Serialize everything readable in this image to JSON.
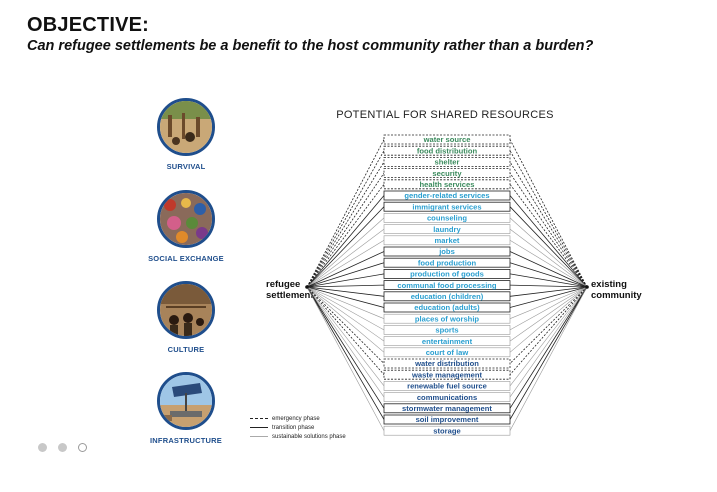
{
  "header": {
    "title": "OBJECTIVE:",
    "subtitle": "Can refugee settlements be a benefit to the host community rather than a burden?"
  },
  "categories": [
    {
      "label": "SURVIVAL",
      "icon": "survival-photo-icon"
    },
    {
      "label": "SOCIAL EXCHANGE",
      "icon": "social-exchange-photo-icon"
    },
    {
      "label": "CULTURE",
      "icon": "culture-photo-icon"
    },
    {
      "label": "INFRASTRUCTURE",
      "icon": "infrastructure-photo-icon"
    }
  ],
  "diagram": {
    "title": "POTENTIAL FOR SHARED RESOURCES",
    "left_node": "refugee\nsettlement",
    "right_node": "existing\ncommunity",
    "resources": [
      {
        "label": "water source",
        "phase": "emergency",
        "color": "#3a8a5c"
      },
      {
        "label": "food distribution",
        "phase": "emergency",
        "color": "#3a8a5c"
      },
      {
        "label": "shelter",
        "phase": "emergency",
        "color": "#3a8a5c"
      },
      {
        "label": "security",
        "phase": "emergency",
        "color": "#3a8a5c"
      },
      {
        "label": "health services",
        "phase": "emergency",
        "color": "#3a8a5c"
      },
      {
        "label": "gender-related services",
        "phase": "transition",
        "color": "#2a9fd0"
      },
      {
        "label": "immigrant services",
        "phase": "transition",
        "color": "#2a9fd0"
      },
      {
        "label": "counseling",
        "phase": "sustainable",
        "color": "#2a9fd0"
      },
      {
        "label": "laundry",
        "phase": "sustainable",
        "color": "#2a9fd0"
      },
      {
        "label": "market",
        "phase": "sustainable",
        "color": "#2a9fd0"
      },
      {
        "label": "jobs",
        "phase": "transition",
        "color": "#2a9fd0"
      },
      {
        "label": "food production",
        "phase": "transition",
        "color": "#2a9fd0"
      },
      {
        "label": "production of goods",
        "phase": "transition",
        "color": "#2a9fd0"
      },
      {
        "label": "communal food processing",
        "phase": "transition",
        "color": "#2a9fd0"
      },
      {
        "label": "education (children)",
        "phase": "transition",
        "color": "#2a9fd0"
      },
      {
        "label": "education (adults)",
        "phase": "transition",
        "color": "#2a9fd0"
      },
      {
        "label": "places of worship",
        "phase": "sustainable",
        "color": "#2a9fd0"
      },
      {
        "label": "sports",
        "phase": "sustainable",
        "color": "#2a9fd0"
      },
      {
        "label": "entertainment",
        "phase": "sustainable",
        "color": "#2a9fd0"
      },
      {
        "label": "court of law",
        "phase": "sustainable",
        "color": "#2a9fd0"
      },
      {
        "label": "water distribution",
        "phase": "emergency",
        "color": "#1f4e8c"
      },
      {
        "label": "waste management",
        "phase": "emergency",
        "color": "#1f4e8c"
      },
      {
        "label": "renewable fuel source",
        "phase": "sustainable",
        "color": "#1f4e8c"
      },
      {
        "label": "communications",
        "phase": "sustainable",
        "color": "#1f4e8c"
      },
      {
        "label": "stormwater management",
        "phase": "transition",
        "color": "#1f4e8c"
      },
      {
        "label": "soil improvement",
        "phase": "transition",
        "color": "#1f4e8c"
      },
      {
        "label": "storage",
        "phase": "sustainable",
        "color": "#1f4e8c"
      }
    ]
  },
  "legend": [
    {
      "label": "emergency phase",
      "style": "dashed"
    },
    {
      "label": "transition phase",
      "style": "solid"
    },
    {
      "label": "sustainable solutions phase",
      "style": "thin"
    }
  ],
  "pager": {
    "dots": [
      "filled",
      "filled",
      "empty"
    ]
  },
  "colors": {
    "brand_blue": "#1f4e8c",
    "accent_green": "#3a8a5c",
    "accent_cyan": "#2a9fd0"
  }
}
